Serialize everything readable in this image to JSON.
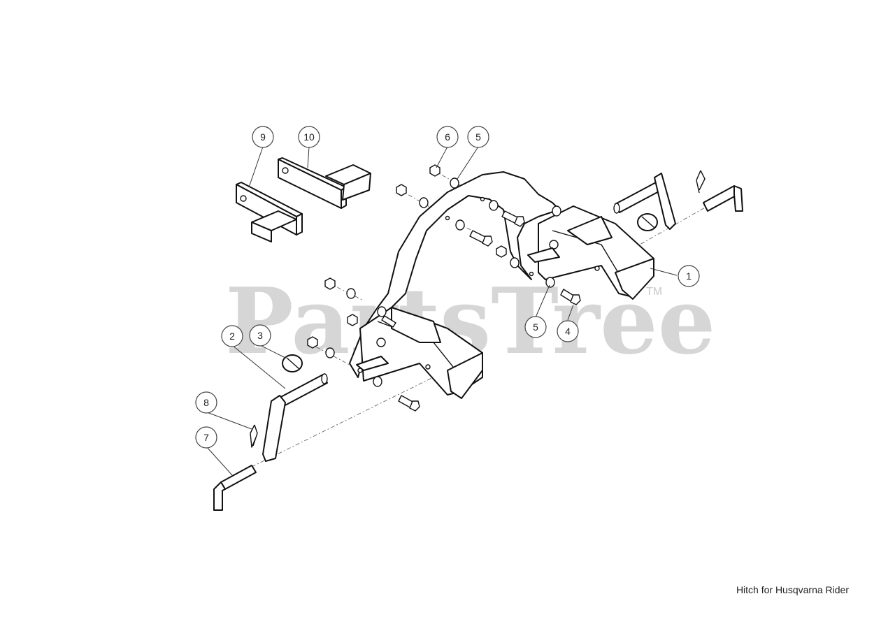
{
  "watermark": {
    "text": "PartsTree",
    "tm": "TM"
  },
  "caption": "Hitch for Husqvarna Rider",
  "callouts": [
    {
      "id": "c1",
      "label": "1"
    },
    {
      "id": "c2",
      "label": "2"
    },
    {
      "id": "c3",
      "label": "3"
    },
    {
      "id": "c4",
      "label": "4"
    },
    {
      "id": "c5a",
      "label": "5"
    },
    {
      "id": "c5b",
      "label": "5"
    },
    {
      "id": "c6",
      "label": "6"
    },
    {
      "id": "c7",
      "label": "7"
    },
    {
      "id": "c8",
      "label": "8"
    },
    {
      "id": "c9",
      "label": "9"
    },
    {
      "id": "c10",
      "label": "10"
    }
  ]
}
